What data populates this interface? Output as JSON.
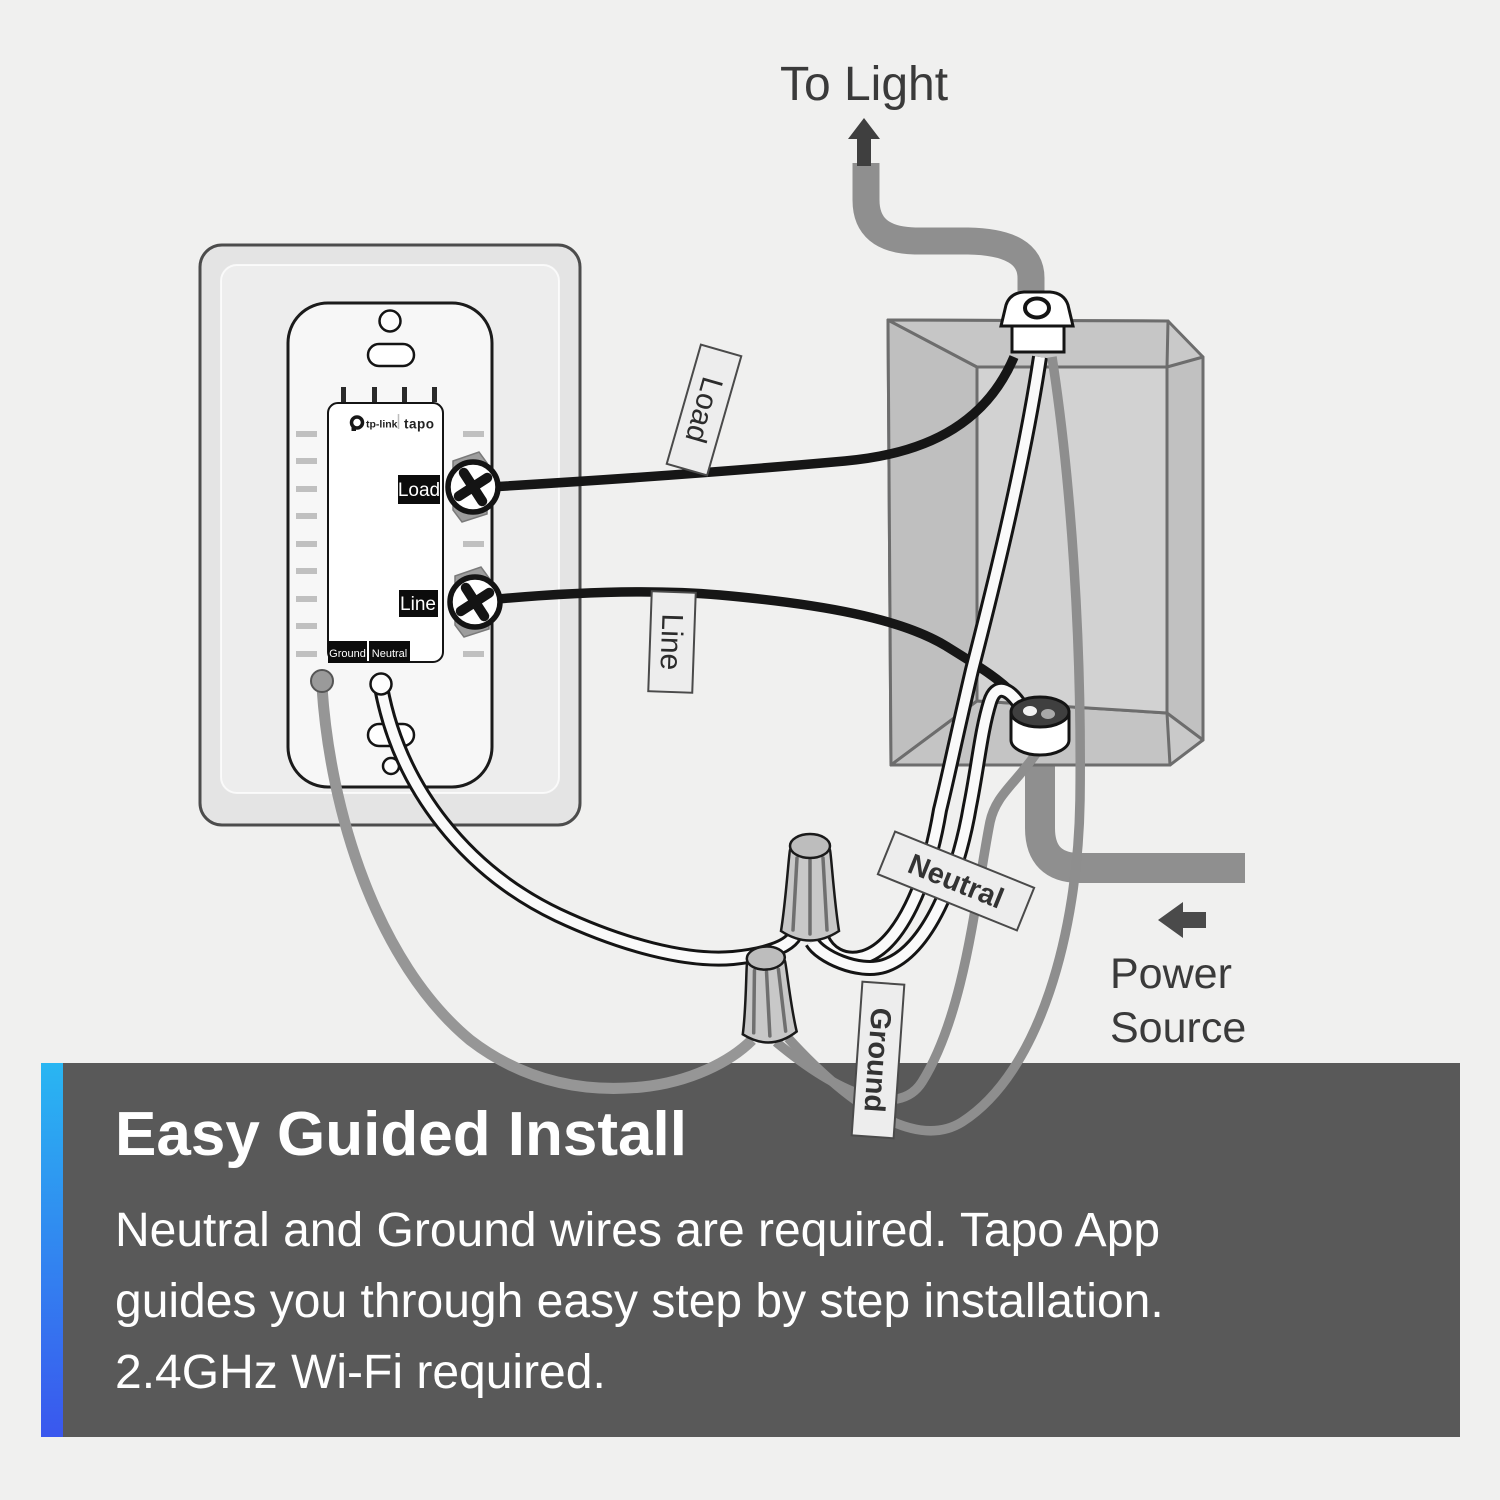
{
  "background": "#f0f0ef",
  "diagram": {
    "to_light_label": "To Light",
    "power_label": "Power",
    "source_label": "Source",
    "tags": {
      "load": "Load",
      "line": "Line",
      "neutral": "Neutral",
      "ground": "Ground"
    },
    "device": {
      "brand_left": "tp-link",
      "brand_right": "tapo",
      "terminal_load": "Load",
      "terminal_line": "Line",
      "terminal_ground": "Ground",
      "terminal_neutral": "Neutral"
    },
    "wire_colors": {
      "load_line": "#161616",
      "neutral_core": "#fafafa",
      "ground": "#969696",
      "conduit": "#8f8f8f"
    }
  },
  "panel": {
    "heading": "Easy Guided Install",
    "body_lines": [
      "Neutral and Ground wires are required. Tapo App",
      "guides you through easy step by step installation.",
      "2.4GHz Wi-Fi required."
    ],
    "bg": "#595959",
    "text_color": "#ffffff",
    "accent_gradient_top": "#29b6f2",
    "accent_gradient_bottom": "#3a57ee"
  }
}
